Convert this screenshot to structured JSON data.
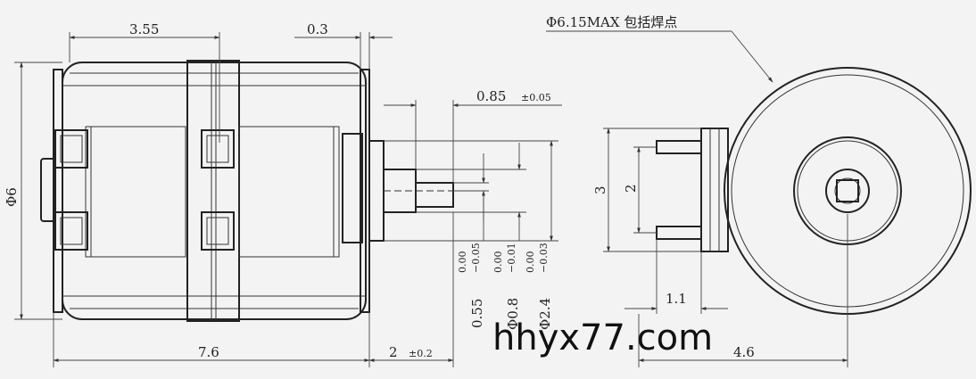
{
  "dimensions": {
    "top_left_width": "3.55",
    "top_gap": "0.3",
    "callout": "Φ6.15MAX 包括焊点",
    "shaft_flat": "0.85",
    "shaft_flat_tol": "±0.05",
    "body_diameter": "Φ6",
    "total_length": "7.6",
    "shaft_length": "2",
    "shaft_length_tol": "±0.2",
    "dim_055": "0.55",
    "dim_055_tol_upper": "0.00",
    "dim_055_tol_lower": "−0.05",
    "dim_08": "Φ0.8",
    "dim_08_tol_upper": "0.00",
    "dim_08_tol_lower": "−0.01",
    "dim_24": "Φ2.4",
    "dim_24_tol_upper": "0.00",
    "dim_24_tol_lower": "−0.03",
    "terminal_height": "3",
    "terminal_pitch": "2",
    "terminal_width": "1.1",
    "side_offset": "4.6"
  },
  "watermark": "hhyx77.com"
}
